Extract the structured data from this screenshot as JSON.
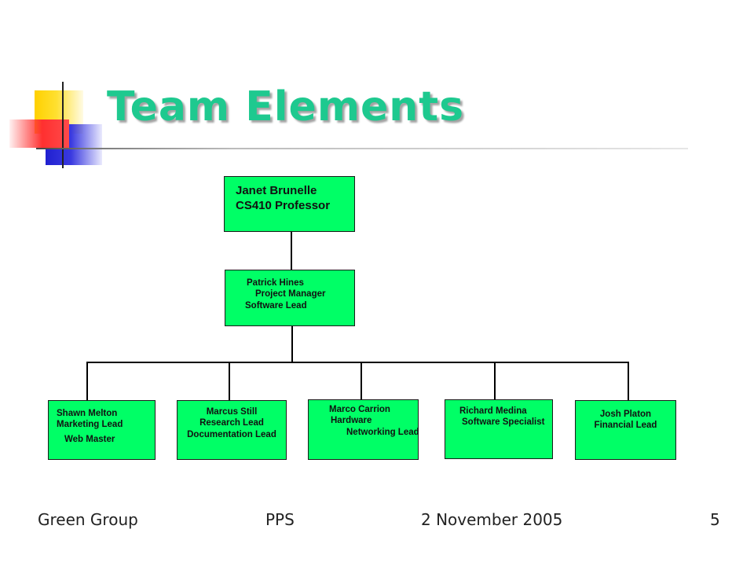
{
  "slide": {
    "title": "Team Elements",
    "colors": {
      "title": "#1ec98f",
      "box_fill": "#00ff66"
    }
  },
  "org_chart": {
    "root": {
      "line1": "Janet Brunelle",
      "line2": "CS410 Professor"
    },
    "manager": {
      "line1": "Patrick Hines",
      "line2": "Project Manager",
      "line3": "Software Lead"
    },
    "members": [
      {
        "line1": "Shawn Melton",
        "line2": "Marketing Lead",
        "line3": "Web Master"
      },
      {
        "line1": "Marcus Still",
        "line2": "Research Lead",
        "line3": "Documentation Lead"
      },
      {
        "line1": "Marco Carrion",
        "line2": "Hardware",
        "line3": "Networking Lead"
      },
      {
        "line1": "Richard Medina",
        "line2": "Software Specialist"
      },
      {
        "line1": "Josh Platon",
        "line2": "Financial Lead"
      }
    ]
  },
  "footer": {
    "left": "Green Group",
    "center": "PPS",
    "date": "2 November 2005",
    "page": "5"
  }
}
